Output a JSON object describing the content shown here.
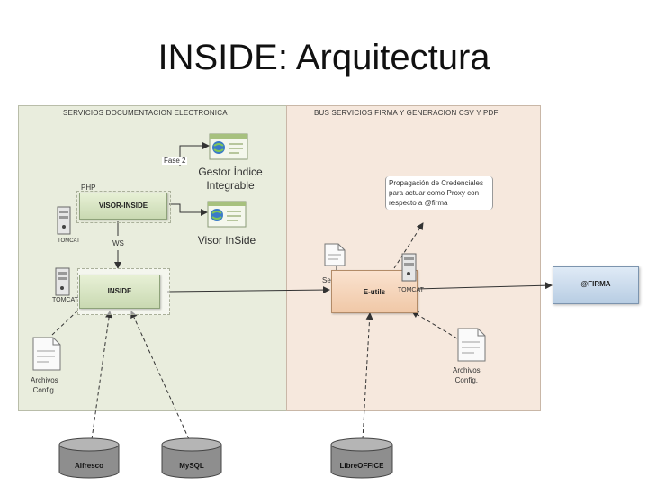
{
  "title": "INSIDE: Arquitectura",
  "panels": {
    "left_header": "SERVICIOS DOCUMENTACION ELECTRONICA",
    "right_header": "BUS SERVICIOS FIRMA Y GENERACION CSV Y PDF"
  },
  "labels": {
    "fase2": "Fase 2",
    "php": "PHP",
    "tomcat_small": "TOMCAT",
    "ws": "WS",
    "tomcat_inside": "TOMCAT",
    "tomcat_eutils": "TOMCAT",
    "sello": "Sello",
    "archivos_left": "Archivos\nConfig.",
    "archivos_right": "Archivos\nConfig."
  },
  "apps": {
    "gestor": "Gestor Índice\nIntegrable",
    "visor": "Visor InSide"
  },
  "boxes": {
    "visor_inside": "VISOR-INSIDE",
    "inside": "INSIDE",
    "eutils": "E-utils",
    "firma": "@FIRMA"
  },
  "note": "Propagación de Credenciales para actuar como Proxy con respecto a @firma",
  "databases": {
    "alfresco": "Alfresco",
    "mysql": "MySQL",
    "libreoffice": "LibreOFFICE"
  },
  "colors": {
    "left_panel": "#e9eddd",
    "right_panel": "#f6e8dd",
    "green_box": "#d3e2bd",
    "orange_box": "#f4d3b8",
    "blue_box": "#c9d9ea"
  },
  "icons": [
    "web-app-icon",
    "server-icon",
    "document-icon",
    "database-icon"
  ]
}
